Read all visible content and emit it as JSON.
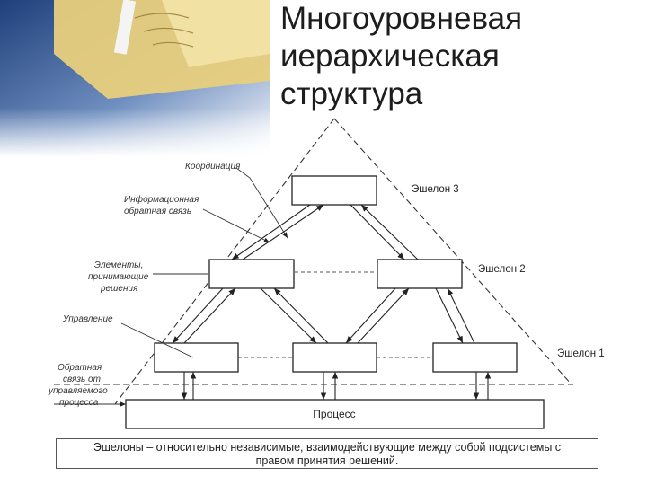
{
  "title_lines": [
    "Многоуровневая",
    "иерархическая",
    "структура"
  ],
  "labels": {
    "coordination": "Координация",
    "info_feedback_1": "Информационная",
    "info_feedback_2": "обратная связь",
    "decision_elements_1": "Элементы,",
    "decision_elements_2": "принимающие",
    "decision_elements_3": "решения",
    "control": "Управление",
    "feedback_1": "Обратная",
    "feedback_2": "связь от",
    "feedback_3": "управляемого",
    "feedback_4": "процесса"
  },
  "echelons": {
    "e3": "Эшелон 3",
    "e2": "Эшелон 2",
    "e1": "Эшелон 1"
  },
  "process": "Процесс",
  "caption_lines": [
    "Эшелоны – относительно независимые, взаимодействующие между собой подсистемы с",
    "правом принятия решений."
  ]
}
